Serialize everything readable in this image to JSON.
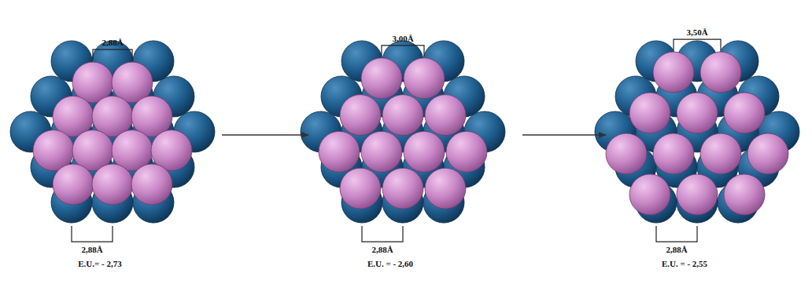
{
  "diagram": {
    "labels": [
      "2,88Å",
      "2,88Å",
      "E.U.= - 2,73",
      "3,00Å",
      "2,88Å",
      "E.U. = - 2,60",
      "3,50Å",
      "2,88Å",
      "E.U. = - 2,55"
    ]
  }
}
